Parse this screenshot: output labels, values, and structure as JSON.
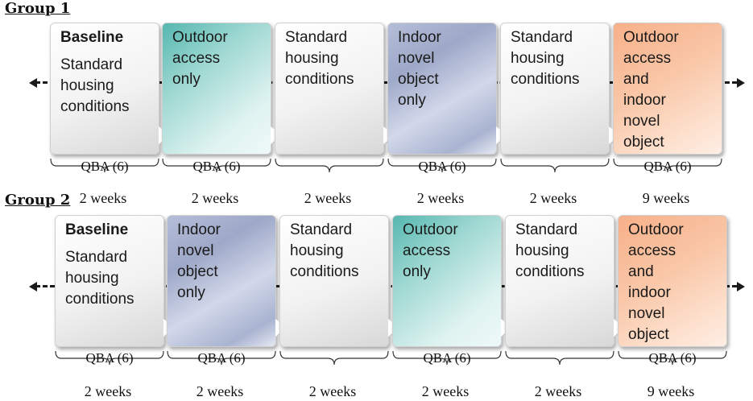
{
  "groups": [
    {
      "label": "Group 1",
      "phases": [
        {
          "bold": "Baseline",
          "lines": [
            "Standard",
            "housing",
            "conditions"
          ],
          "color": "white",
          "qba": "QBA (6)",
          "duration": "2 weeks"
        },
        {
          "bold": "",
          "lines": [
            "Outdoor",
            "access",
            "only"
          ],
          "color": "teal",
          "qba": "QBA (6)",
          "duration": "2 weeks"
        },
        {
          "bold": "",
          "lines": [
            "Standard",
            "housing",
            "conditions"
          ],
          "color": "white",
          "qba": "",
          "duration": "2 weeks"
        },
        {
          "bold": "",
          "lines": [
            "Indoor",
            "novel",
            "object",
            "only"
          ],
          "color": "blue",
          "qba": "QBA (6)",
          "duration": "2 weeks"
        },
        {
          "bold": "",
          "lines": [
            "Standard",
            "housing",
            "conditions"
          ],
          "color": "white",
          "qba": "",
          "duration": "2 weeks"
        },
        {
          "bold": "",
          "lines": [
            "Outdoor",
            "access",
            "and",
            "indoor",
            "novel",
            "object"
          ],
          "color": "orange",
          "qba": "QBA (6)",
          "duration": "9 weeks"
        }
      ]
    },
    {
      "label": "Group 2",
      "phases": [
        {
          "bold": "Baseline",
          "lines": [
            "Standard",
            "housing",
            "conditions"
          ],
          "color": "white",
          "qba": "QBA (6)",
          "duration": "2 weeks"
        },
        {
          "bold": "",
          "lines": [
            "Indoor",
            "novel",
            "object",
            "only"
          ],
          "color": "blue",
          "qba": "QBA (6)",
          "duration": "2 weeks"
        },
        {
          "bold": "",
          "lines": [
            "Standard",
            "housing",
            "conditions"
          ],
          "color": "white",
          "qba": "",
          "duration": "2 weeks"
        },
        {
          "bold": "",
          "lines": [
            "Outdoor",
            "access",
            "only"
          ],
          "color": "teal",
          "qba": "QBA (6)",
          "duration": "2 weeks"
        },
        {
          "bold": "",
          "lines": [
            "Standard",
            "housing",
            "conditions"
          ],
          "color": "white",
          "qba": "",
          "duration": "2 weeks"
        },
        {
          "bold": "",
          "lines": [
            "Outdoor",
            "access",
            "and",
            "indoor",
            "novel",
            "object"
          ],
          "color": "orange",
          "qba": "QBA (6)",
          "duration": "9 weeks"
        }
      ]
    }
  ]
}
